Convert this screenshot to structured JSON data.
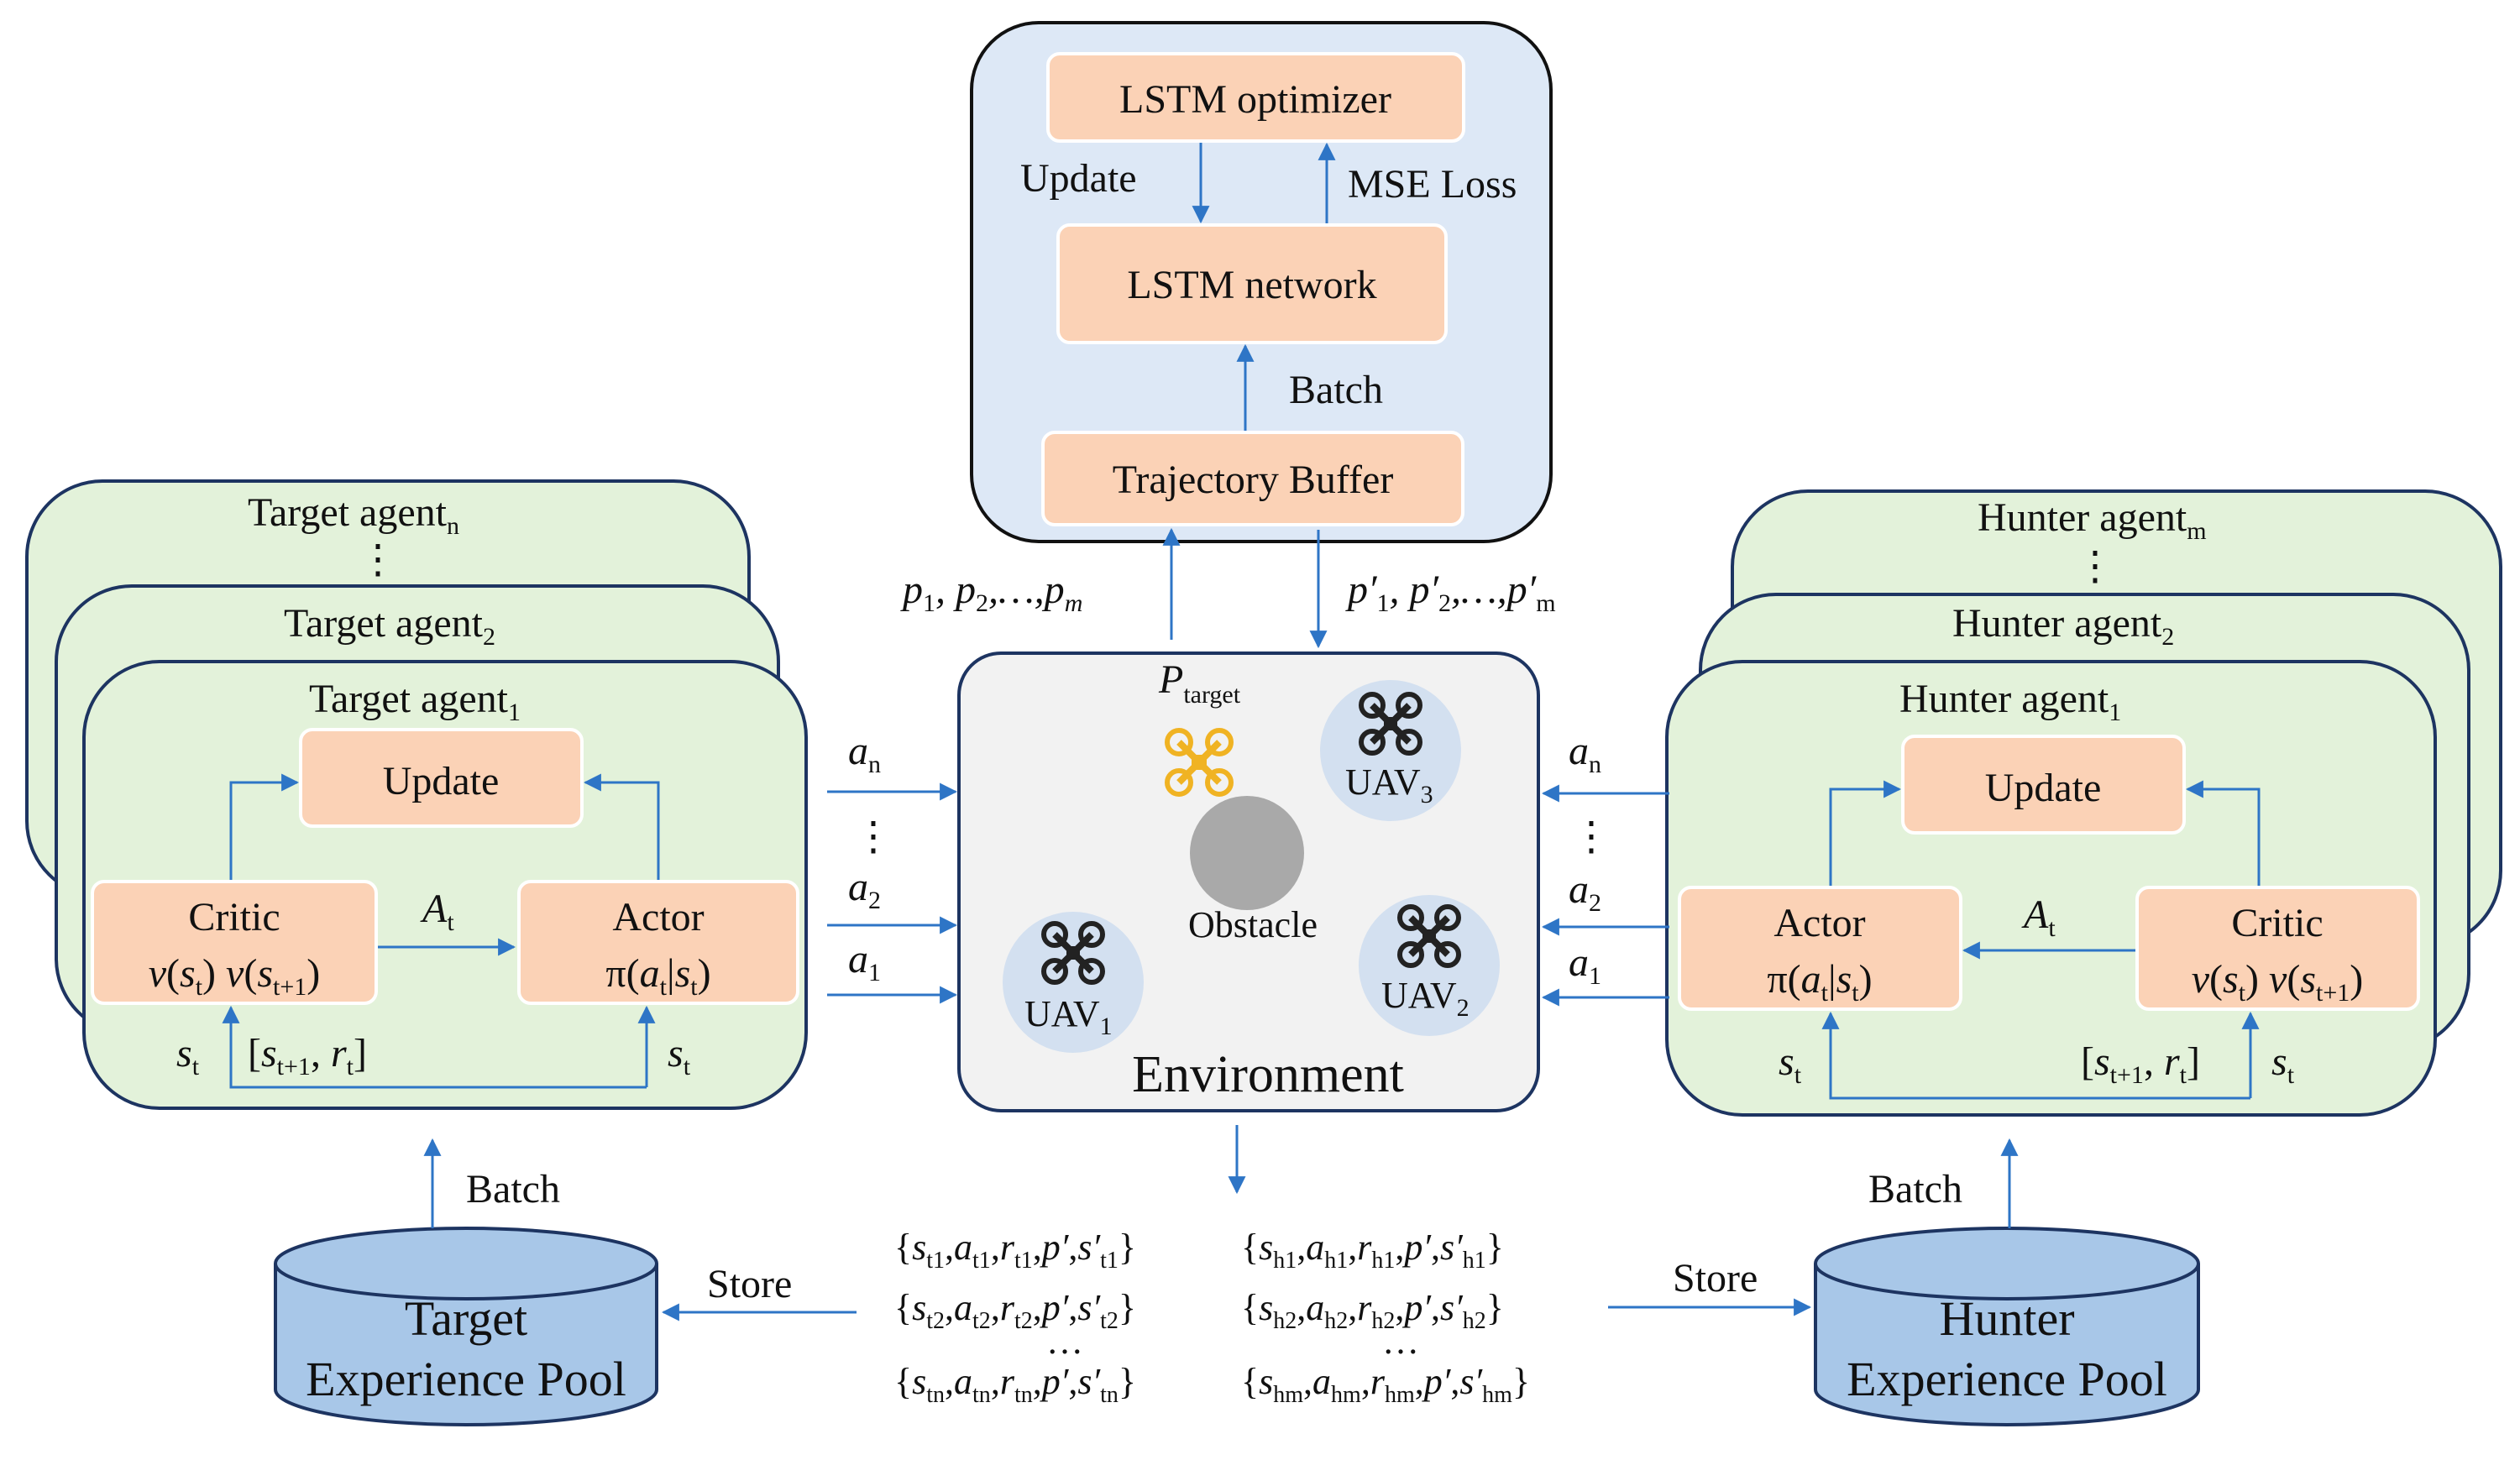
{
  "lstm": {
    "optimizer": "LSTM optimizer",
    "network": "LSTM network",
    "buffer": "Trajectory Buffer",
    "update": "Update",
    "mse_loss": "MSE Loss",
    "batch": "Batch"
  },
  "target_side": {
    "agent_n": "Target agent",
    "agent_n_sub": "n",
    "agent_2": "Target agent",
    "agent_2_sub": "2",
    "agent_1": "Target agent",
    "agent_1_sub": "1",
    "vdots": "⋮",
    "update": "Update",
    "critic": "Critic",
    "critic_formula": "v(s",
    "actor": "Actor",
    "advantage": "A",
    "advantage_sub": "t",
    "st": "s",
    "st_sub": "t",
    "bracket": "[s",
    "pool_line1": "Target",
    "pool_line2": "Experience Pool",
    "batch": "Batch",
    "store": "Store"
  },
  "hunter_side": {
    "agent_m": "Hunter agent",
    "agent_m_sub": "m",
    "agent_2": "Hunter agent",
    "agent_2_sub": "2",
    "agent_1": "Hunter agent",
    "agent_1_sub": "1",
    "update": "Update",
    "actor": "Actor",
    "critic": "Critic",
    "pool_line1": "Hunter",
    "pool_line2": "Experience Pool",
    "batch": "Batch",
    "store": "Store"
  },
  "environment": {
    "label": "Environment",
    "obstacle": "Obstacle",
    "p_target": "P",
    "p_target_sub": "target",
    "uav1": "UAV",
    "uav1_sub": "1",
    "uav2": "UAV",
    "uav2_sub": "2",
    "uav3": "UAV",
    "uav3_sub": "3"
  },
  "actions": {
    "an": "a",
    "an_sub": "n",
    "a2": "a",
    "a2_sub": "2",
    "a1": "a",
    "a1_sub": "1",
    "dots": "⋮"
  },
  "positions": {
    "left": "p",
    "right": "p′"
  },
  "colors": {
    "arrow": "#2e75c6",
    "box": "#fbd2b6",
    "green_panel": "#e3f2da",
    "blue_panel": "#dde8f6",
    "env_panel": "#f2f2f2",
    "cylinder": "#a8c7e8",
    "drone_target": "#f0b323",
    "obstacle": "#a9a9a9"
  },
  "icons": [
    "drone-icon",
    "obstacle-circle",
    "database-cylinder-icon",
    "arrow-icon"
  ]
}
